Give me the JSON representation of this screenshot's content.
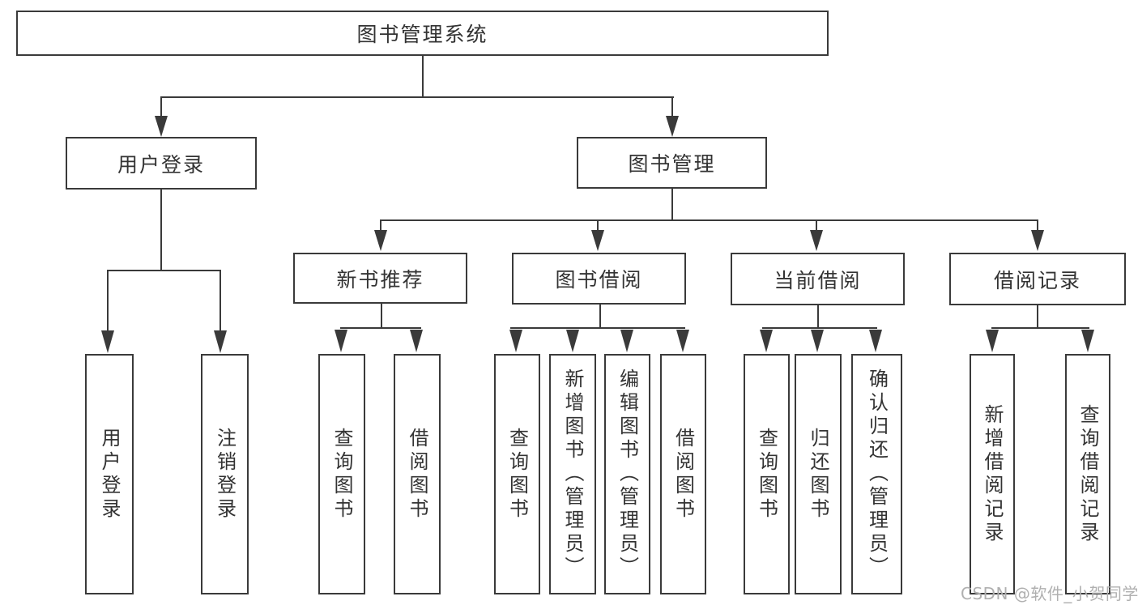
{
  "diagram_type": "hierarchy-tree",
  "tree": {
    "root": "图书管理系统",
    "children": [
      {
        "label": "用户登录",
        "children": [
          "用户登录",
          "注销登录"
        ]
      },
      {
        "label": "图书管理",
        "children": [
          {
            "label": "新书推荐",
            "children": [
              "查询图书",
              "借阅图书"
            ]
          },
          {
            "label": "图书借阅",
            "children": [
              "查询图书",
              "新增图书（管理员）",
              "编辑图书（管理员）",
              "借阅图书"
            ]
          },
          {
            "label": "当前借阅",
            "children": [
              "查询图书",
              "归还图书",
              "确认归还（管理员）"
            ]
          },
          {
            "label": "借阅记录",
            "children": [
              "新增借阅记录",
              "查询借阅记录"
            ]
          }
        ]
      }
    ]
  },
  "watermark": {
    "text": "CSDN @软件_小贺同学"
  },
  "colors": {
    "line": "#3a3a3a",
    "text": "#333333",
    "box_fill": "#ffffff",
    "watermark": "#b0b0b0",
    "bg": "#ffffff"
  }
}
